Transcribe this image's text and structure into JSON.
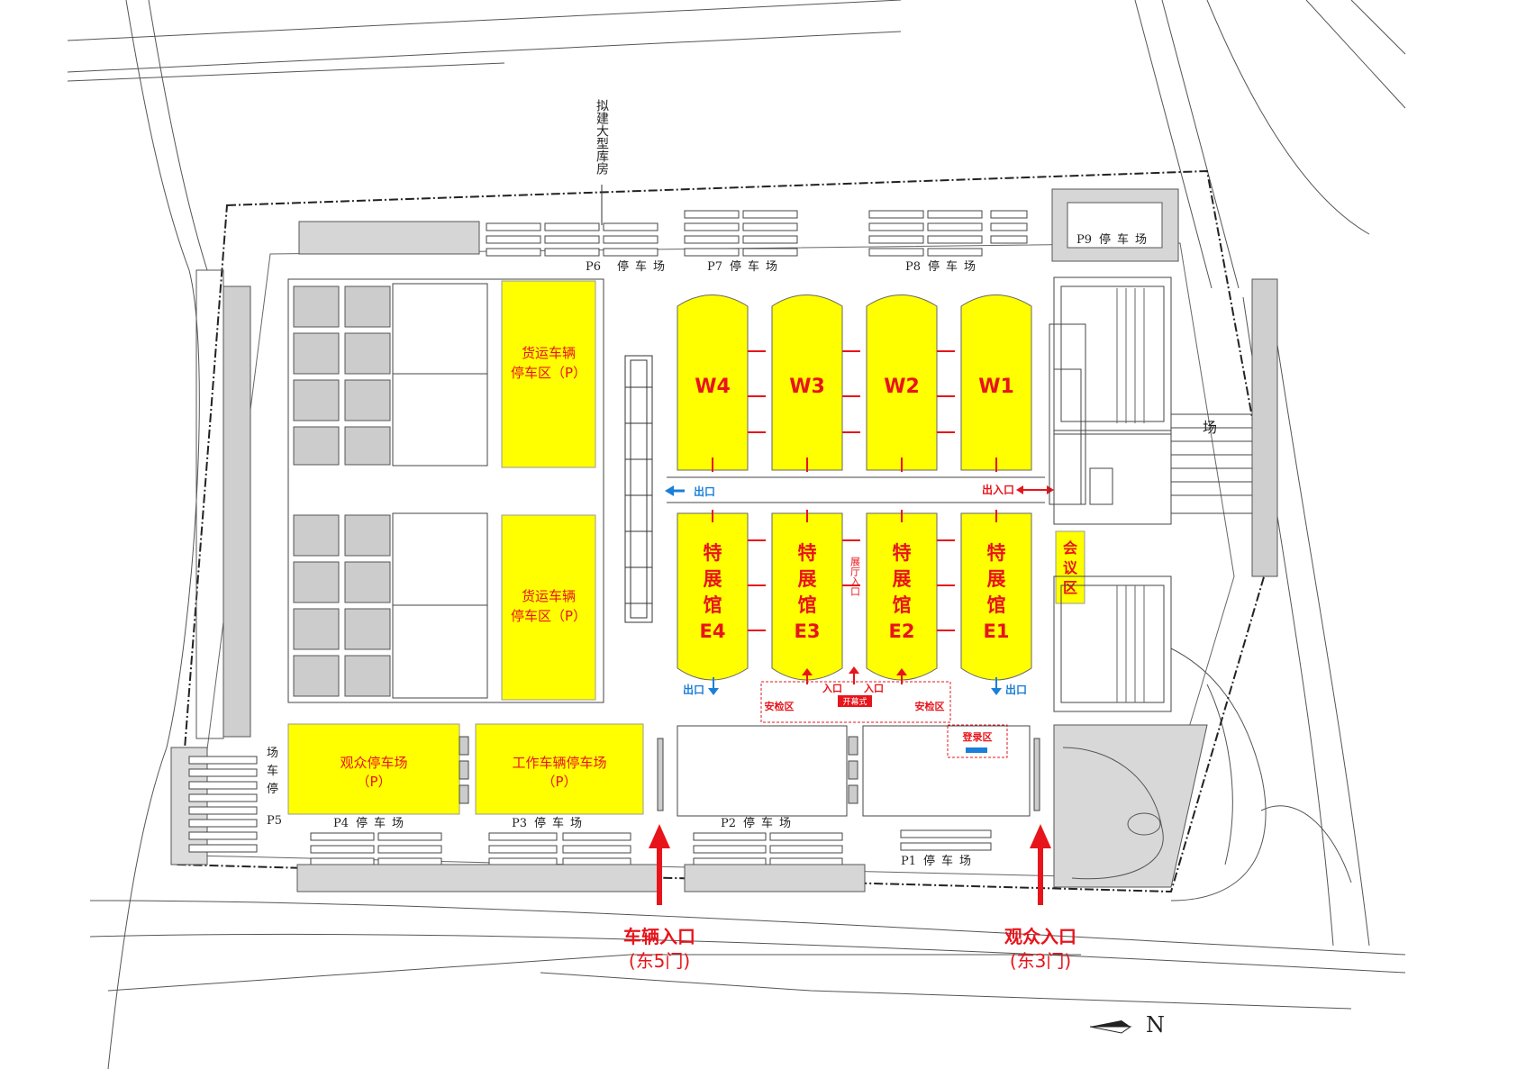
{
  "colors": {
    "hall_fill": "#ffff00",
    "label_red": "#e8141b",
    "exit_blue": "#1a7fd8",
    "line": "#333333"
  },
  "halls_west": [
    {
      "id": "w4",
      "label": "W4"
    },
    {
      "id": "w3",
      "label": "W3"
    },
    {
      "id": "w2",
      "label": "W2"
    },
    {
      "id": "w1",
      "label": "W1"
    }
  ],
  "halls_east": [
    {
      "id": "e4",
      "line1": "特",
      "line2": "展",
      "line3": "馆",
      "line4": "E4"
    },
    {
      "id": "e3",
      "line1": "特",
      "line2": "展",
      "line3": "馆",
      "line4": "E3"
    },
    {
      "id": "e2",
      "line1": "特",
      "line2": "展",
      "line3": "馆",
      "line4": "E2"
    },
    {
      "id": "e1",
      "line1": "特",
      "line2": "展",
      "line3": "馆",
      "line4": "E1"
    }
  ],
  "zones": {
    "freight_1_line1": "货运车辆",
    "freight_1_line2": "停车区（P）",
    "freight_2_line1": "货运车辆",
    "freight_2_line2": "停车区（P）",
    "audience_parking_line1": "观众停车场",
    "audience_parking_line2": "（P）",
    "staff_parking_line1": "工作车辆停车场",
    "staff_parking_line2": "（P）",
    "meeting_1": "会",
    "meeting_2": "议",
    "meeting_3": "区"
  },
  "labels": {
    "exit_west": "出口",
    "exit_entry": "出入口",
    "exit_e4": "出口",
    "exit_e1": "出口",
    "entry_left": "入口",
    "entry_right": "入口",
    "hall_entry": "展厅入口",
    "opening": "开幕式",
    "security_left": "安检区",
    "security_right": "安检区",
    "registration": "登录区",
    "planned_building": "拟建大型库房",
    "square": "场"
  },
  "parking": {
    "p6": "P6",
    "p7": "P7",
    "p8": "P8",
    "p9": "P9",
    "p5": "P5",
    "p4": "P4",
    "p3": "P3",
    "p2": "P2",
    "p1": "P1",
    "ting": "停",
    "che": "车",
    "chang": "场"
  },
  "entrances": {
    "vehicle_title": "车辆入口",
    "vehicle_gate": "(东5门)",
    "audience_title": "观众入口",
    "audience_gate": "(东3门)"
  },
  "compass": {
    "north": "N"
  }
}
